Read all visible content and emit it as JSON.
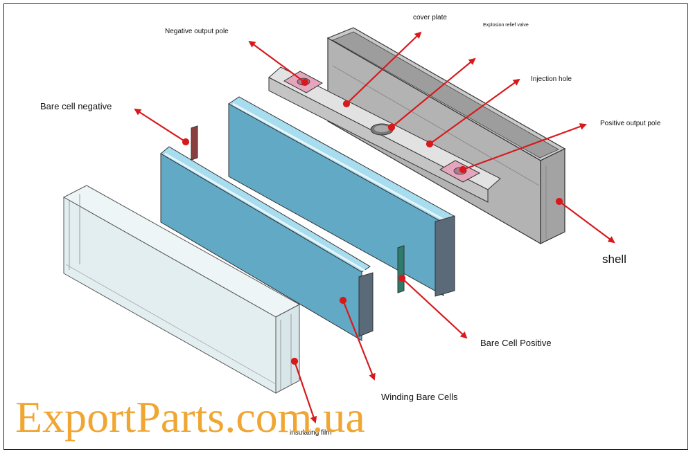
{
  "labels": {
    "negative_output_pole": "Negative output pole",
    "cover_plate": "cover plate",
    "explosion_relief_valve": "Explosion relief valve",
    "injection_hole": "Injection hole",
    "positive_output_pole": "Positive output pole",
    "bare_cell_negative": "Bare cell negative",
    "shell": "shell",
    "bare_cell_positive": "Bare Cell Positive",
    "winding_bare_cells": "Winding Bare Cells",
    "insulating_film": "insulating film"
  },
  "watermark": "ExportParts.com.ua",
  "colors": {
    "arrow": "#d8191c",
    "shell": "#b8b8b8",
    "cell": "#62a9c5",
    "cell_highlight": "#a8dcef",
    "film": "#e6f0f2",
    "pole_pad": "#e4a6bc",
    "watermark": "#f0a632"
  }
}
